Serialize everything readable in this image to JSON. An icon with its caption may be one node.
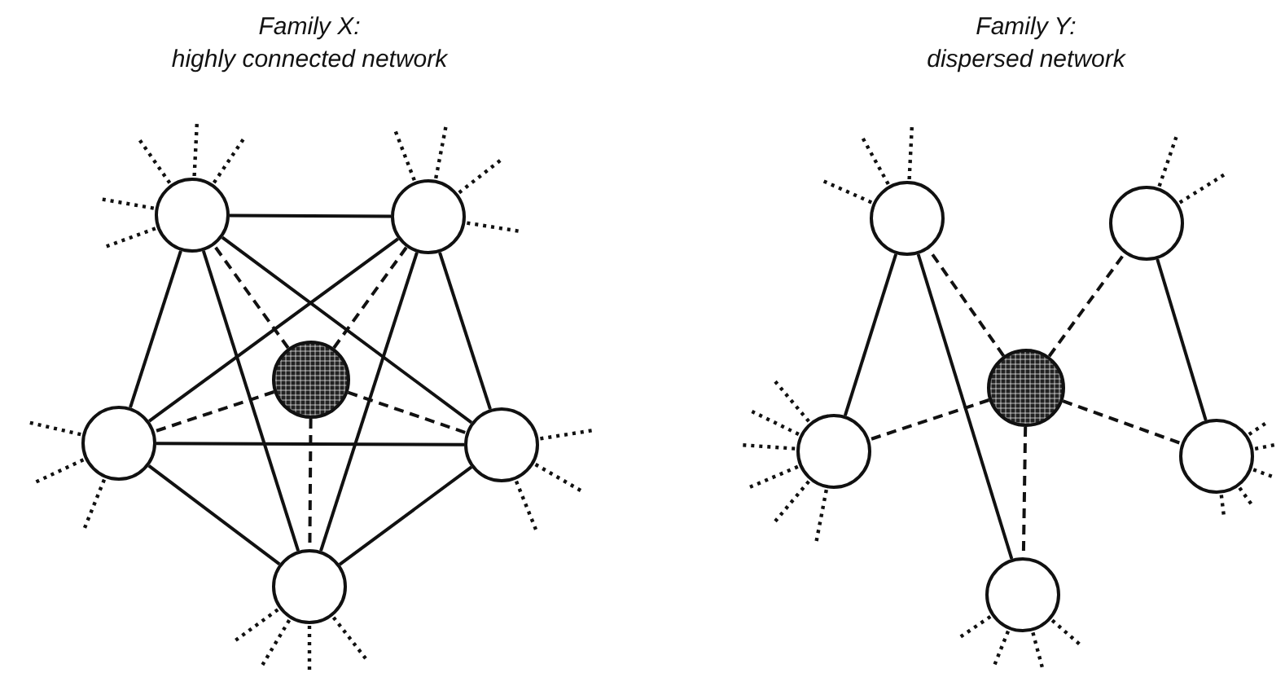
{
  "diagram": {
    "nodes": [
      {
        "text": [],
        "shape": "circle"
      },
      {
        "text": [],
        "shape": "circle"
      },
      {
        "text": [],
        "shape": "circle"
      },
      {
        "text": [],
        "shape": "circle"
      },
      {
        "text": [],
        "shape": "circle"
      },
      {
        "text": [],
        "shape": "circle"
      },
      {
        "text": [],
        "shape": "circle"
      },
      {
        "text": [],
        "shape": "circle"
      },
      {
        "text": [],
        "shape": "circle"
      },
      {
        "text": [],
        "shape": "circle"
      },
      {
        "text": [],
        "shape": "circle"
      },
      {
        "text": [],
        "shape": "circle"
      }
    ],
    "edges": [
      {
        "from": 0,
        "to": 1,
        "arrow": "none"
      },
      {
        "from": 0,
        "to": 3,
        "arrow": "none"
      },
      {
        "from": 0,
        "to": 4,
        "arrow": "none"
      },
      {
        "from": 0,
        "to": 5,
        "arrow": "none"
      },
      {
        "from": 1,
        "to": 3,
        "arrow": "none"
      },
      {
        "from": 1,
        "to": 4,
        "arrow": "none"
      },
      {
        "from": 1,
        "to": 5,
        "arrow": "none"
      },
      {
        "from": 3,
        "to": 4,
        "arrow": "none"
      },
      {
        "from": 3,
        "to": 5,
        "arrow": "none"
      },
      {
        "from": 4,
        "to": 5,
        "arrow": "none"
      },
      {
        "from": 2,
        "to": 0,
        "arrow": "none",
        "style": "dashed"
      },
      {
        "from": 2,
        "to": 1,
        "arrow": "none",
        "style": "dashed"
      },
      {
        "from": 2,
        "to": 3,
        "arrow": "none",
        "style": "dashed"
      },
      {
        "from": 2,
        "to": 4,
        "arrow": "none",
        "style": "dashed"
      },
      {
        "from": 2,
        "to": 5,
        "arrow": "none",
        "style": "dashed"
      },
      {
        "from": 6,
        "to": 9,
        "arrow": "none"
      },
      {
        "from": 6,
        "to": 11,
        "arrow": "none"
      },
      {
        "from": 7,
        "to": 10,
        "arrow": "none"
      },
      {
        "from": 8,
        "to": 6,
        "arrow": "none",
        "style": "dashed"
      },
      {
        "from": 8,
        "to": 7,
        "arrow": "none",
        "style": "dashed"
      },
      {
        "from": 8,
        "to": 9,
        "arrow": "none",
        "style": "dashed"
      },
      {
        "from": 8,
        "to": 10,
        "arrow": "none",
        "style": "dashed"
      },
      {
        "from": 8,
        "to": 11,
        "arrow": "none",
        "style": "dashed"
      },
      {
        "from": 0,
        "to": null,
        "arrow": "none",
        "style": "dashed"
      },
      {
        "from": 0,
        "to": null,
        "arrow": "none",
        "style": "dashed"
      },
      {
        "from": 0,
        "to": null,
        "arrow": "none",
        "style": "dashed"
      },
      {
        "from": 0,
        "to": null,
        "arrow": "none",
        "style": "dashed"
      },
      {
        "from": 0,
        "to": null,
        "arrow": "none",
        "style": "dashed"
      },
      {
        "from": 1,
        "to": null,
        "arrow": "none",
        "style": "dashed"
      },
      {
        "from": 1,
        "to": null,
        "arrow": "none",
        "style": "dashed"
      },
      {
        "from": 1,
        "to": null,
        "arrow": "none",
        "style": "dashed"
      },
      {
        "from": 1,
        "to": null,
        "arrow": "none",
        "style": "dashed"
      },
      {
        "from": 3,
        "to": null,
        "arrow": "none",
        "style": "dashed"
      },
      {
        "from": 3,
        "to": null,
        "arrow": "none",
        "style": "dashed"
      },
      {
        "from": 3,
        "to": null,
        "arrow": "none",
        "style": "dashed"
      },
      {
        "from": 4,
        "to": null,
        "arrow": "none",
        "style": "dashed"
      },
      {
        "from": 4,
        "to": null,
        "arrow": "none",
        "style": "dashed"
      },
      {
        "from": 4,
        "to": null,
        "arrow": "none",
        "style": "dashed"
      },
      {
        "from": 5,
        "to": null,
        "arrow": "none",
        "style": "dashed"
      },
      {
        "from": 5,
        "to": null,
        "arrow": "none",
        "style": "dashed"
      },
      {
        "from": 5,
        "to": null,
        "arrow": "none",
        "style": "dashed"
      },
      {
        "from": 5,
        "to": null,
        "arrow": "none",
        "style": "dashed"
      },
      {
        "from": 6,
        "to": null,
        "arrow": "none",
        "style": "dashed"
      },
      {
        "from": 6,
        "to": null,
        "arrow": "none",
        "style": "dashed"
      },
      {
        "from": 6,
        "to": null,
        "arrow": "none",
        "style": "dashed"
      },
      {
        "from": 7,
        "to": null,
        "arrow": "none",
        "style": "dashed"
      },
      {
        "from": 7,
        "to": null,
        "arrow": "none",
        "style": "dashed"
      },
      {
        "from": 9,
        "to": null,
        "arrow": "none",
        "style": "dashed"
      },
      {
        "from": 9,
        "to": null,
        "arrow": "none",
        "style": "dashed"
      },
      {
        "from": 9,
        "to": null,
        "arrow": "none",
        "style": "dashed"
      },
      {
        "from": 9,
        "to": null,
        "arrow": "none",
        "style": "dashed"
      },
      {
        "from": 9,
        "to": null,
        "arrow": "none",
        "style": "dashed"
      },
      {
        "from": 9,
        "to": null,
        "arrow": "none",
        "style": "dashed"
      },
      {
        "from": 10,
        "to": null,
        "arrow": "none",
        "style": "dashed"
      },
      {
        "from": 10,
        "to": null,
        "arrow": "none",
        "style": "dashed"
      },
      {
        "from": 10,
        "to": null,
        "arrow": "none",
        "style": "dashed"
      },
      {
        "from": 10,
        "to": null,
        "arrow": "none",
        "style": "dashed"
      },
      {
        "from": 10,
        "to": null,
        "arrow": "none",
        "style": "dashed"
      },
      {
        "from": 11,
        "to": null,
        "arrow": "none",
        "style": "dashed"
      },
      {
        "from": 11,
        "to": null,
        "arrow": "none",
        "style": "dashed"
      },
      {
        "from": 11,
        "to": null,
        "arrow": "none",
        "style": "dashed"
      },
      {
        "from": 11,
        "to": null,
        "arrow": "none",
        "style": "dashed"
      }
    ],
    "labels": [
      "Family X:",
      "highly connected network",
      "Family Y:",
      "dispersed network"
    ]
  }
}
